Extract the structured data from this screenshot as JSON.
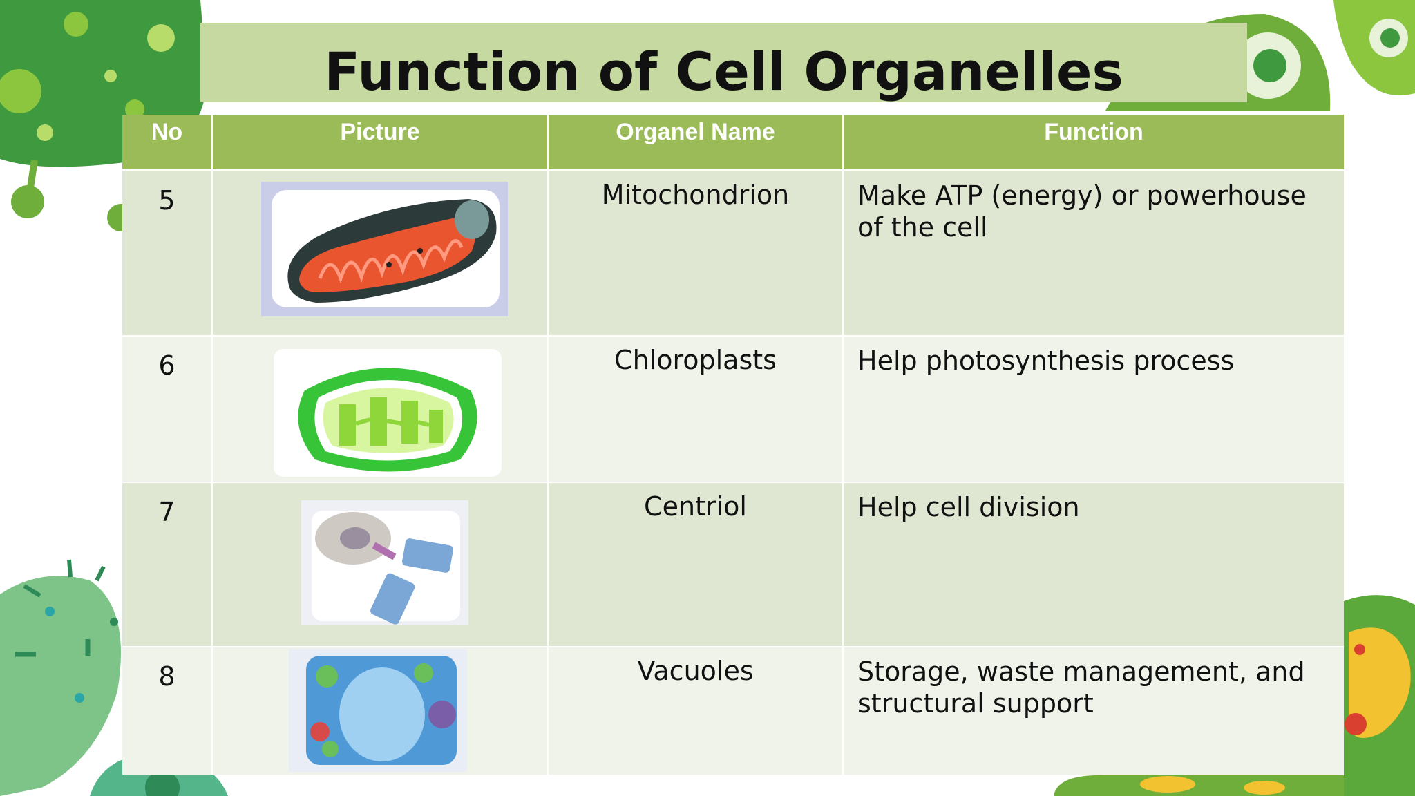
{
  "slide": {
    "title": "Function of Cell Organelles"
  },
  "table": {
    "headers": [
      "No",
      "Picture",
      "Organel Name",
      "Function"
    ],
    "rows": [
      {
        "no": "5",
        "picture": "mitochondrion-image",
        "name": "Mitochondrion",
        "function": "Make ATP (energy) or powerhouse of the cell"
      },
      {
        "no": "6",
        "picture": "chloroplast-diagram",
        "name": "Chloroplasts",
        "function": "Help photosynthesis process"
      },
      {
        "no": "7",
        "picture": "centriol-diagram",
        "name": "Centriol",
        "function": "Help cell division"
      },
      {
        "no": "8",
        "picture": "vacuole-diagram",
        "name": "Vacuoles",
        "function": "Storage, waste management, and structural support"
      }
    ]
  },
  "colors": {
    "header_green": "#9bbb59",
    "title_band": "#c5d9a0",
    "row_odd": "#dfe7d2",
    "row_even": "#eff3e9"
  }
}
